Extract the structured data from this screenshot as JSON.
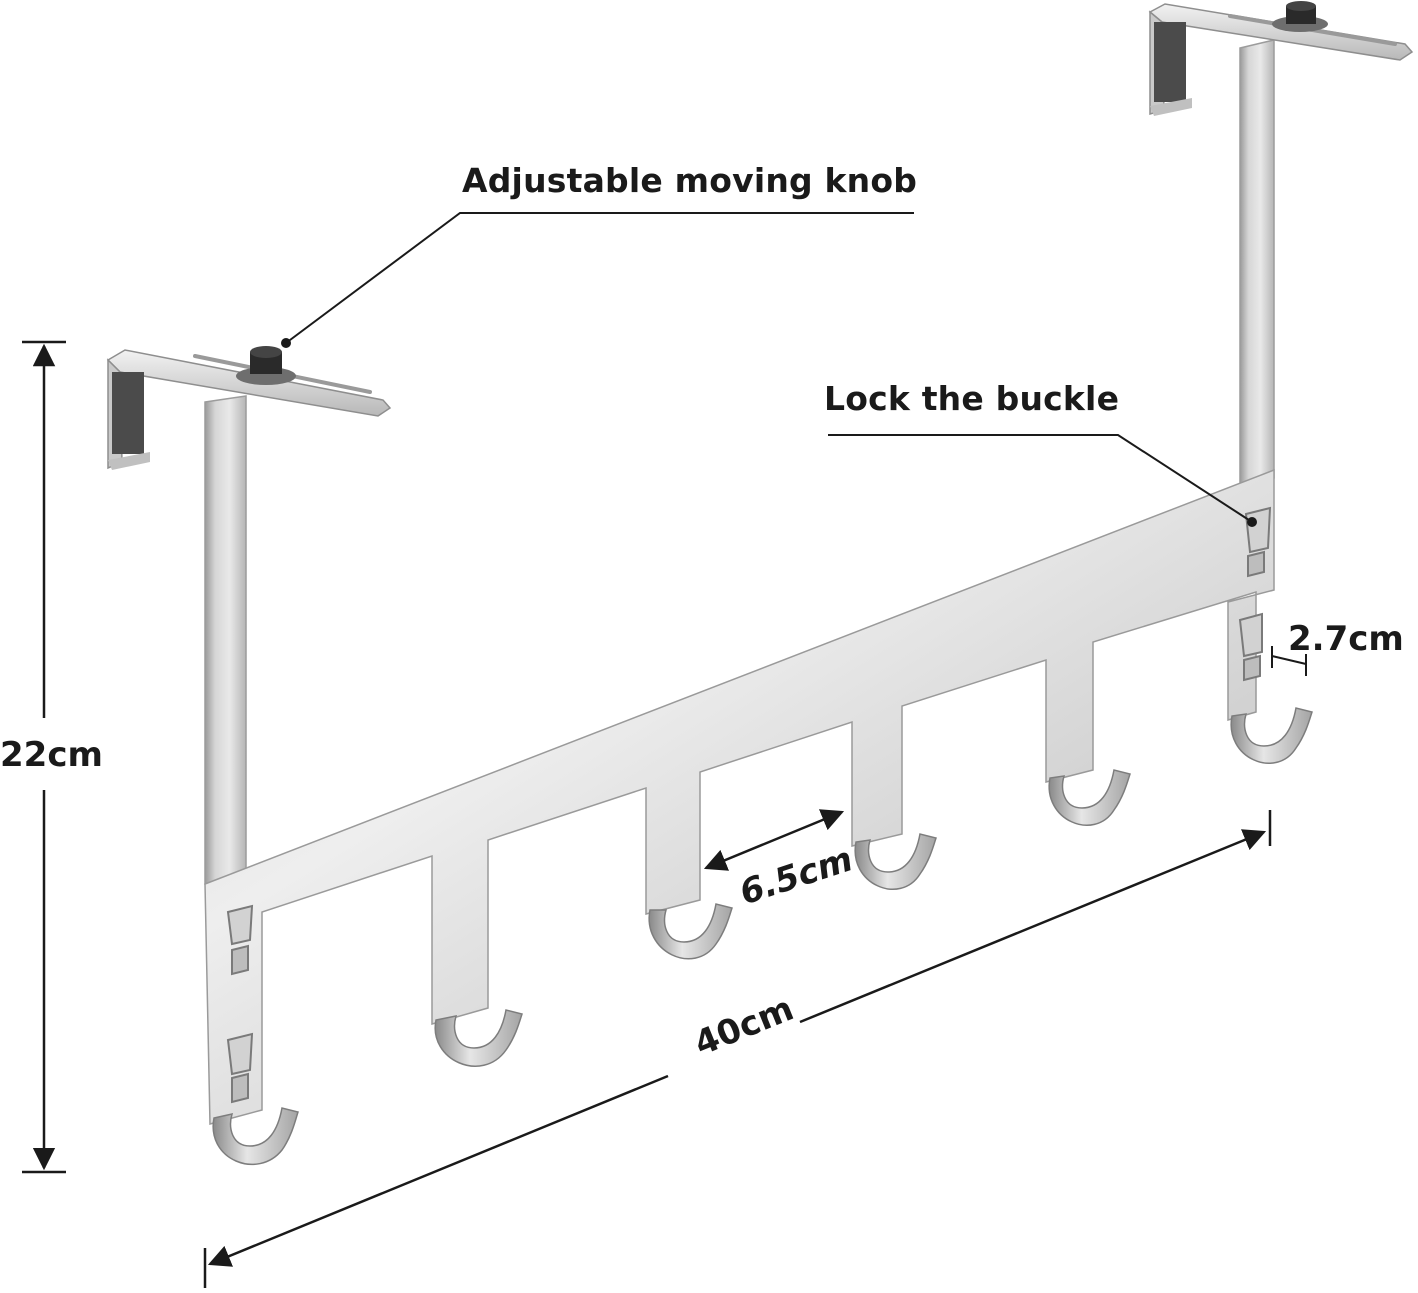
{
  "annotations": {
    "knob": "Adjustable moving knob",
    "buckle": "Lock the buckle"
  },
  "dimensions": {
    "height": "22cm",
    "length": "40cm",
    "hook_spacing": "6.5cm",
    "hook_depth": "2.7cm"
  },
  "product": {
    "hook_count": 6,
    "hanger_brackets": 2
  },
  "colors": {
    "metal_light": "#e6e6e6",
    "metal_mid": "#c3c3c3",
    "metal_dark": "#8f8f8f",
    "knob": "#2a2a2a",
    "pad": "#4b4b4b",
    "line": "#1a1a1a"
  }
}
